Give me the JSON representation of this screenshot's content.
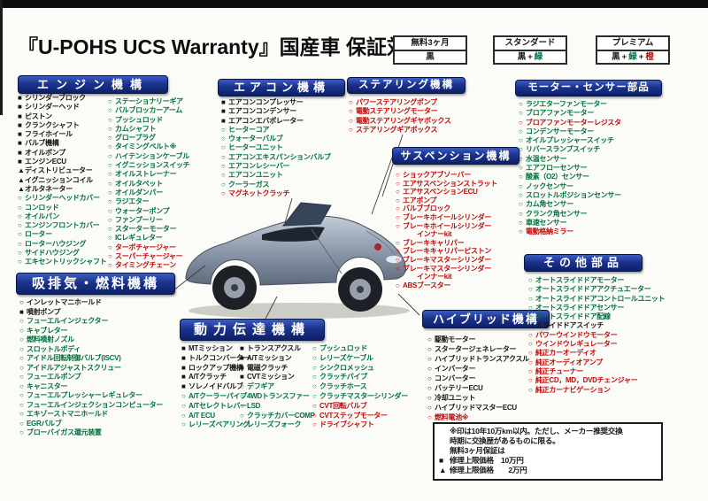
{
  "title": "『U-POHS  UCS  Warranty』国産車 保証対象部品",
  "colors": {
    "black": "#161616",
    "green": "#00713c",
    "red": "#c00808"
  },
  "plans": [
    {
      "name": "無料3ヶ月",
      "legend": [
        {
          "m": "",
          "t": "黒",
          "c": "black"
        }
      ]
    },
    {
      "name": "スタンダード",
      "legend": [
        {
          "m": "",
          "t": "黒",
          "c": "black"
        },
        {
          "m": "",
          "t": "+",
          "c": "black"
        },
        {
          "m": "",
          "t": "緑",
          "c": "green"
        }
      ]
    },
    {
      "name": "プレミアム",
      "legend": [
        {
          "m": "",
          "t": "黒",
          "c": "black"
        },
        {
          "m": "",
          "t": "+",
          "c": "black"
        },
        {
          "m": "",
          "t": "緑",
          "c": "green"
        },
        {
          "m": "",
          "t": "+",
          "c": "black"
        },
        {
          "m": "",
          "t": "橙",
          "c": "red"
        }
      ]
    }
  ],
  "sections": {
    "engine": {
      "title": "エンジン機構",
      "col1": [
        {
          "m": "■",
          "t": "シリンダーブロック",
          "c": "black"
        },
        {
          "m": "■",
          "t": "シリンダーヘッド",
          "c": "black"
        },
        {
          "m": "■",
          "t": "ピストン",
          "c": "black"
        },
        {
          "m": "■",
          "t": "クランクシャフト",
          "c": "black"
        },
        {
          "m": "■",
          "t": "フライホイール",
          "c": "black"
        },
        {
          "m": "■",
          "t": "バルブ機構",
          "c": "black"
        },
        {
          "m": "■",
          "t": "オイルポンプ",
          "c": "black"
        },
        {
          "m": "■",
          "t": "エンジンECU",
          "c": "black"
        },
        {
          "m": "▲",
          "t": "ディストリビューター",
          "c": "black"
        },
        {
          "m": "▲",
          "t": "イグニッションコイル",
          "c": "black"
        },
        {
          "m": "▲",
          "t": "オルタネーター",
          "c": "black"
        },
        {
          "m": "○",
          "t": "シリンダーヘッドカバー",
          "c": "green"
        },
        {
          "m": "○",
          "t": "コンロッド",
          "c": "green"
        },
        {
          "m": "○",
          "t": "オイルパン",
          "c": "green"
        },
        {
          "m": "○",
          "t": "エンジンフロントカバー",
          "c": "green"
        },
        {
          "m": "○",
          "t": "ローター",
          "c": "green"
        },
        {
          "m": "○",
          "t": "ローターハウジング",
          "c": "green"
        },
        {
          "m": "○",
          "t": "サイドハウジング",
          "c": "green"
        },
        {
          "m": "○",
          "t": "エキセントリックシャフト",
          "c": "green"
        }
      ],
      "col2": [
        {
          "m": "○",
          "t": "ステーショナリーギア",
          "c": "green"
        },
        {
          "m": "○",
          "t": "バルブロッカーアーム",
          "c": "green"
        },
        {
          "m": "○",
          "t": "プッシュロッド",
          "c": "green"
        },
        {
          "m": "○",
          "t": "カムシャフト",
          "c": "green"
        },
        {
          "m": "○",
          "t": "グロープラグ",
          "c": "green"
        },
        {
          "m": "○",
          "t": "タイミングベルト※",
          "c": "green"
        },
        {
          "m": "○",
          "t": "ハイテンションケーブル",
          "c": "green"
        },
        {
          "m": "○",
          "t": "イグニッションスイッチ",
          "c": "green"
        },
        {
          "m": "○",
          "t": "オイルストレーナー",
          "c": "green"
        },
        {
          "m": "○",
          "t": "オイルタペット",
          "c": "green"
        },
        {
          "m": "○",
          "t": "オイルダンパー",
          "c": "green"
        },
        {
          "m": "○",
          "t": "ラジエター",
          "c": "green"
        },
        {
          "m": "○",
          "t": "ウォーターポンプ",
          "c": "green"
        },
        {
          "m": "○",
          "t": "ファンプーリー",
          "c": "green"
        },
        {
          "m": "○",
          "t": "スターターモーター",
          "c": "green"
        },
        {
          "m": "○",
          "t": "ICレギュレター",
          "c": "green"
        },
        {
          "m": "○",
          "t": "ターボチャージャー",
          "c": "red"
        },
        {
          "m": "○",
          "t": "スーパーチャージャー",
          "c": "red"
        },
        {
          "m": "○",
          "t": "タイミングチェーン",
          "c": "red"
        }
      ]
    },
    "aircon": {
      "title": "エアコン機構",
      "items": [
        {
          "m": "■",
          "t": "エアコンコンプレッサー",
          "c": "black"
        },
        {
          "m": "■",
          "t": "エアコンコンデンサー",
          "c": "black"
        },
        {
          "m": "■",
          "t": "エアコンエバポレーター",
          "c": "black"
        },
        {
          "m": "○",
          "t": "ヒーターコア",
          "c": "green"
        },
        {
          "m": "○",
          "t": "ウォーターバルブ",
          "c": "green"
        },
        {
          "m": "○",
          "t": "ヒーターユニット",
          "c": "green"
        },
        {
          "m": "○",
          "t": "エアコンエキスパンションバルブ",
          "c": "green"
        },
        {
          "m": "○",
          "t": "エアコンレシーバー",
          "c": "green"
        },
        {
          "m": "○",
          "t": "エアコンユニット",
          "c": "green"
        },
        {
          "m": "○",
          "t": "クーラーガス",
          "c": "green"
        },
        {
          "m": "○",
          "t": "マグネットクラッチ",
          "c": "red"
        }
      ]
    },
    "steering": {
      "title": "ステアリング機構",
      "items": [
        {
          "m": "○",
          "t": "パワーステアリングポンプ",
          "c": "red"
        },
        {
          "m": "○",
          "t": "電動ステアリングモーター",
          "c": "red"
        },
        {
          "m": "○",
          "t": "電動ステアリングギヤボックス",
          "c": "red"
        },
        {
          "m": "○",
          "t": "ステアリングギアボックス",
          "c": "red"
        }
      ]
    },
    "motor": {
      "title": "モーター・センサー部品",
      "items": [
        {
          "m": "○",
          "t": "ラジエターファンモーター",
          "c": "green"
        },
        {
          "m": "○",
          "t": "ブロアファンモーター",
          "c": "green"
        },
        {
          "m": "○",
          "t": "ブロアファンモーターレジスタ",
          "c": "red"
        },
        {
          "m": "○",
          "t": "コンデンサーモーター",
          "c": "green"
        },
        {
          "m": "○",
          "t": "オイルプレッシャースイッチ",
          "c": "green"
        },
        {
          "m": "○",
          "t": "リバースランプスイッチ",
          "c": "green"
        },
        {
          "m": "○",
          "t": "水温センサー",
          "c": "green"
        },
        {
          "m": "○",
          "t": "エアフローセンサー",
          "c": "green"
        },
        {
          "m": "○",
          "t": "酸素（O2）センサー",
          "c": "green"
        },
        {
          "m": "○",
          "t": "ノックセンサー",
          "c": "green"
        },
        {
          "m": "○",
          "t": "スロットルポジションセンサー",
          "c": "green"
        },
        {
          "m": "○",
          "t": "カム角センサー",
          "c": "green"
        },
        {
          "m": "○",
          "t": "クランク角センサー",
          "c": "green"
        },
        {
          "m": "○",
          "t": "車速センサー",
          "c": "green"
        },
        {
          "m": "○",
          "t": "電動格納ミラー",
          "c": "red"
        }
      ]
    },
    "suspension": {
      "title": "サスペンション機構",
      "items": [
        {
          "m": "○",
          "t": "ショックアブソーバー",
          "c": "red"
        },
        {
          "m": "○",
          "t": "エアサスペンションストラット",
          "c": "red"
        },
        {
          "m": "○",
          "t": "エアサスペンションECU",
          "c": "red"
        },
        {
          "m": "○",
          "t": "エアポンプ",
          "c": "red"
        },
        {
          "m": "○",
          "t": "バルブブロック",
          "c": "red"
        },
        {
          "m": "○",
          "t": "ブレーキホイールシリンダー",
          "c": "red"
        },
        {
          "m": "○",
          "t": "ブレーキホイールシリンダー",
          "c": "red"
        },
        {
          "m": "",
          "t": "インナーkit",
          "c": "red",
          "i": 1
        },
        {
          "m": "○",
          "t": "ブレーキキャリパー",
          "c": "red"
        },
        {
          "m": "○",
          "t": "ブレーキキャリパーピストン",
          "c": "red"
        },
        {
          "m": "○",
          "t": "ブレーキマスターシリンダー",
          "c": "red"
        },
        {
          "m": "○",
          "t": "ブレーキマスターシリンダー",
          "c": "red"
        },
        {
          "m": "",
          "t": "インナーkit",
          "c": "red",
          "i": 1
        },
        {
          "m": "○",
          "t": "ABSブースター",
          "c": "red"
        }
      ]
    },
    "intake": {
      "title": "吸排気・燃料機構",
      "items": [
        {
          "m": "○",
          "t": "インレットマニホールド",
          "c": "black"
        },
        {
          "m": "■",
          "t": "噴射ポンプ",
          "c": "black"
        },
        {
          "m": "○",
          "t": "フューエルインジェクター",
          "c": "green"
        },
        {
          "m": "○",
          "t": "キャブレター",
          "c": "green"
        },
        {
          "m": "○",
          "t": "燃料噴射ノズル",
          "c": "green"
        },
        {
          "m": "○",
          "t": "スロットルボディ",
          "c": "green"
        },
        {
          "m": "○",
          "t": "アイドル回転制御バルブ(ISCV)",
          "c": "green"
        },
        {
          "m": "○",
          "t": "アイドルアジャストスクリュー",
          "c": "green"
        },
        {
          "m": "○",
          "t": "フューエルポンプ",
          "c": "green"
        },
        {
          "m": "○",
          "t": "キャニスター",
          "c": "green"
        },
        {
          "m": "○",
          "t": "フューエルプレッシャーレギュレター",
          "c": "green"
        },
        {
          "m": "○",
          "t": "フューエルインジェクションコンピューター",
          "c": "green"
        },
        {
          "m": "○",
          "t": "エキゾーストマニホールド",
          "c": "green"
        },
        {
          "m": "○",
          "t": "EGRバルブ",
          "c": "green"
        },
        {
          "m": "○",
          "t": "ブローバイガス還元装置",
          "c": "green"
        }
      ]
    },
    "power": {
      "title": "動力伝達機構",
      "col1": [
        {
          "m": "■",
          "t": "MTミッション",
          "c": "black"
        },
        {
          "m": "■",
          "t": "トルクコンバーター",
          "c": "black"
        },
        {
          "m": "■",
          "t": "ロックアップ機構",
          "c": "black"
        },
        {
          "m": "■",
          "t": "A/Tクラッチ",
          "c": "black"
        },
        {
          "m": "■",
          "t": "ソレノイドバルブ",
          "c": "black"
        },
        {
          "m": "○",
          "t": "A/Tクーラーパイプ",
          "c": "green"
        },
        {
          "m": "○",
          "t": "A/Tセレクトレバー",
          "c": "green"
        },
        {
          "m": "○",
          "t": "A/T ECU",
          "c": "green"
        },
        {
          "m": "○",
          "t": "レリーズベアリング",
          "c": "green"
        }
      ],
      "col2": [
        {
          "m": "■",
          "t": "トランスアクスル",
          "c": "black"
        },
        {
          "m": "■",
          "t": "A/Tミッション",
          "c": "black"
        },
        {
          "m": "■",
          "t": "電磁クラッチ",
          "c": "black"
        },
        {
          "m": "■",
          "t": "CVTミッション",
          "c": "black"
        },
        {
          "m": "○",
          "t": "デフギア",
          "c": "green"
        },
        {
          "m": "○",
          "t": "4WDトランスファー",
          "c": "green"
        },
        {
          "m": "○",
          "t": "LSD",
          "c": "green"
        },
        {
          "m": "○",
          "t": "クラッチカバーCOMP",
          "c": "green"
        },
        {
          "m": "○",
          "t": "レリーズフォーク",
          "c": "green"
        }
      ],
      "col3": [
        {
          "m": "○",
          "t": "プッシュロッド",
          "c": "green"
        },
        {
          "m": "○",
          "t": "レリーズケーブル",
          "c": "green"
        },
        {
          "m": "○",
          "t": "シンクロメッシュ",
          "c": "green"
        },
        {
          "m": "○",
          "t": "クラッチパイプ",
          "c": "green"
        },
        {
          "m": "○",
          "t": "クラッチホース",
          "c": "green"
        },
        {
          "m": "○",
          "t": "クラッチマスターシリンダー",
          "c": "green"
        },
        {
          "m": "○",
          "t": "CVT回転バルブ",
          "c": "red"
        },
        {
          "m": "○",
          "t": "CVTステップモーター",
          "c": "red"
        },
        {
          "m": "○",
          "t": "ドライブシャフト",
          "c": "red"
        }
      ]
    },
    "hybrid": {
      "title": "ハイブリッド機構",
      "items": [
        {
          "m": "○",
          "t": "駆動モーター",
          "c": "black"
        },
        {
          "m": "○",
          "t": "スタータージェネレーター",
          "c": "black"
        },
        {
          "m": "○",
          "t": "ハイブリッドトランスアクスル",
          "c": "black"
        },
        {
          "m": "○",
          "t": "インバーター",
          "c": "black"
        },
        {
          "m": "○",
          "t": "コンバーター",
          "c": "black"
        },
        {
          "m": "○",
          "t": "バッテリーECU",
          "c": "black"
        },
        {
          "m": "○",
          "t": "冷却ユニット",
          "c": "black"
        },
        {
          "m": "○",
          "t": "ハイブリッドマスターECU",
          "c": "black"
        },
        {
          "m": "○",
          "t": "燃料電池※",
          "c": "red"
        }
      ]
    },
    "others": {
      "title": "その他部品",
      "items": [
        {
          "m": "○",
          "t": "オートスライドドアモーター",
          "c": "green"
        },
        {
          "m": "○",
          "t": "オートスライドドアアクチュエーター",
          "c": "green"
        },
        {
          "m": "○",
          "t": "オートスライドドアコントロールユニット",
          "c": "green"
        },
        {
          "m": "○",
          "t": "オートスライドドアセンサー",
          "c": "green"
        },
        {
          "m": "○",
          "t": "オートスライドドア配線",
          "c": "green"
        },
        {
          "m": "○",
          "t": "スライドドアスイッチ",
          "c": "black"
        },
        {
          "m": "○",
          "t": "パワーウインドウモーター",
          "c": "red"
        },
        {
          "m": "○",
          "t": "ウインドウレギュレーター",
          "c": "red"
        },
        {
          "m": "○",
          "t": "純正カーオーディオ",
          "c": "red"
        },
        {
          "m": "○",
          "t": "純正オーディオアンプ",
          "c": "red"
        },
        {
          "m": "○",
          "t": "純正チューナー",
          "c": "red"
        },
        {
          "m": "○",
          "t": "純正CD，MD，DVDチェンジャー",
          "c": "red"
        },
        {
          "m": "○",
          "t": "純正カーナビゲーション",
          "c": "red"
        }
      ]
    }
  },
  "note": {
    "rows": [
      {
        "m": "",
        "t": "※印は10年10万km以内。ただし、メーカー推奨交換",
        "c": "black"
      },
      {
        "m": "",
        "t": "時期に交換歴があるものに限る。",
        "c": "black"
      },
      {
        "m": "",
        "t": "無料3ヶ月保証は",
        "c": "black"
      },
      {
        "m": "■",
        "t": "修理上限価格　10万円",
        "c": "black"
      },
      {
        "m": "▲",
        "t": "修理上限価格　　2万円",
        "c": "black"
      }
    ]
  }
}
